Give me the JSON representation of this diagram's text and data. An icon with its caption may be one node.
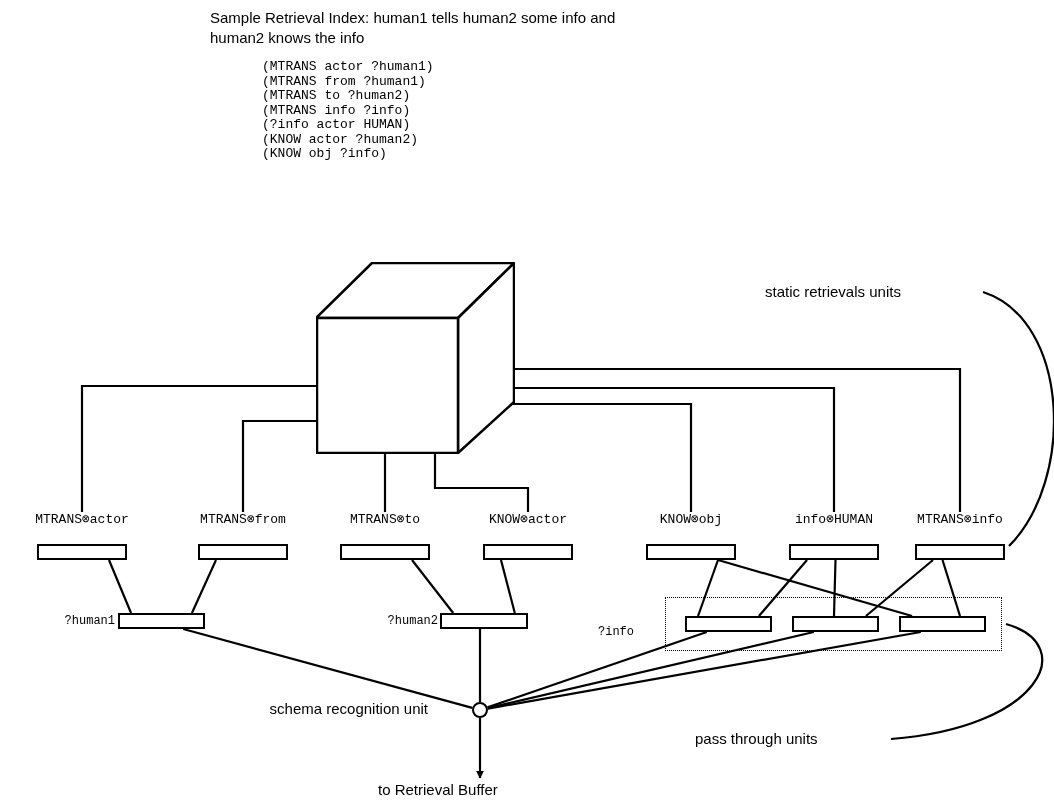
{
  "diagram": {
    "title": "Sample Retrieval Index: human1 tells human2 some info and human2 knows the info",
    "nodes": [
      {
        "text": [],
        "shape": "cube"
      },
      {
        "text": [
          "MTRANS⊗actor"
        ]
      },
      {
        "text": [
          "MTRANS⊗from"
        ]
      },
      {
        "text": [
          "MTRANS⊗to"
        ]
      },
      {
        "text": [
          "KNOW⊗actor"
        ]
      },
      {
        "text": [
          "KNOW⊗obj"
        ]
      },
      {
        "text": [
          "info⊗HUMAN"
        ]
      },
      {
        "text": [
          "MTRANS⊗info"
        ]
      },
      {
        "text": [
          "?human1"
        ]
      },
      {
        "text": [
          "?human2"
        ]
      },
      {
        "text": [
          "?info"
        ]
      },
      {
        "text": [],
        "shape": "bar",
        "in": 10
      },
      {
        "text": [],
        "shape": "bar",
        "in": 10
      },
      {
        "text": [],
        "shape": "bar",
        "in": 10
      },
      {
        "text": [],
        "shape": "circle",
        "beside": [
          "schema recognition unit"
        ]
      },
      {
        "text": [
          "static retrievals units"
        ]
      },
      {
        "text": [
          "to Retrieval Buffer"
        ]
      },
      {
        "text": [
          "pass through units"
        ]
      }
    ],
    "edges": [
      {
        "from": 0,
        "to": 1,
        "arrow": "none"
      },
      {
        "from": 0,
        "to": 2,
        "arrow": "none"
      },
      {
        "from": 0,
        "to": 3,
        "arrow": "none"
      },
      {
        "from": 0,
        "to": 4,
        "arrow": "none"
      },
      {
        "from": 0,
        "to": 5,
        "arrow": "none"
      },
      {
        "from": 0,
        "to": 6,
        "arrow": "none"
      },
      {
        "from": 0,
        "to": 7,
        "arrow": "none"
      },
      {
        "from": 1,
        "to": 8,
        "arrow": "none"
      },
      {
        "from": 2,
        "to": 8,
        "arrow": "none"
      },
      {
        "from": 3,
        "to": 9,
        "arrow": "none"
      },
      {
        "from": 4,
        "to": 9,
        "arrow": "none"
      },
      {
        "from": 5,
        "to": 11,
        "arrow": "none"
      },
      {
        "from": 5,
        "to": 13,
        "arrow": "none"
      },
      {
        "from": 6,
        "to": 11,
        "arrow": "none"
      },
      {
        "from": 6,
        "to": 12,
        "arrow": "none"
      },
      {
        "from": 7,
        "to": 12,
        "arrow": "none"
      },
      {
        "from": 7,
        "to": 13,
        "arrow": "none"
      },
      {
        "from": 8,
        "to": 14,
        "arrow": "none"
      },
      {
        "from": 9,
        "to": 14,
        "arrow": "none"
      },
      {
        "from": 11,
        "to": 14,
        "arrow": "none"
      },
      {
        "from": 12,
        "to": 14,
        "arrow": "none"
      },
      {
        "from": 13,
        "to": 14,
        "arrow": "none"
      },
      {
        "from": 14,
        "to": 16,
        "arrow": "to"
      },
      {
        "from": 15,
        "to": 7,
        "arrow": "none"
      },
      {
        "from": 17,
        "to": 10,
        "arrow": "none"
      }
    ],
    "labels": [
      "(MTRANS actor ?human1)",
      "(MTRANS from ?human1)",
      "(MTRANS to ?human2)",
      "(MTRANS info ?info)",
      "(?info actor HUMAN)",
      "(KNOW actor ?human2)",
      "(KNOW obj ?info)"
    ]
  }
}
